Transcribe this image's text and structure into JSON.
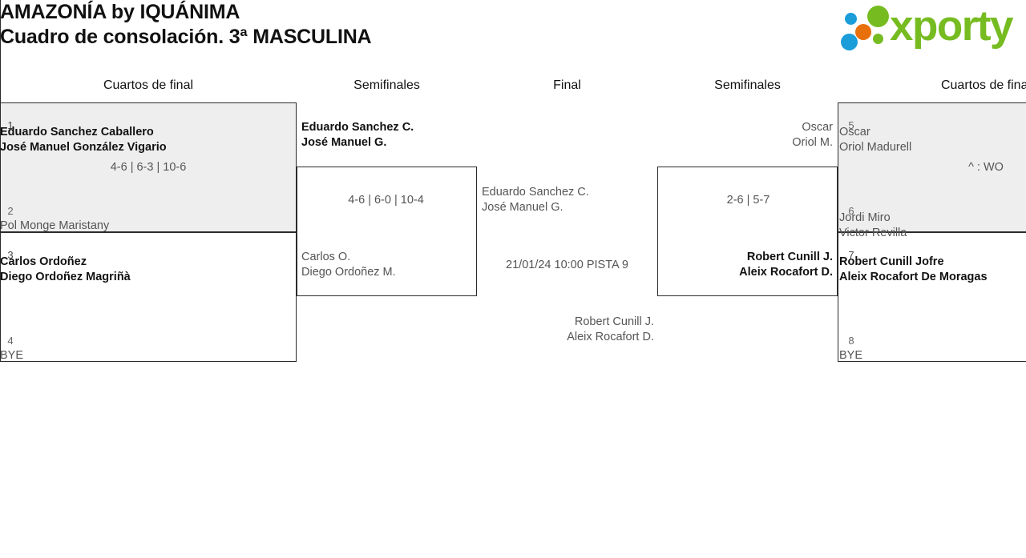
{
  "header": {
    "title_line1": "AMAZONÍA by IQUÁNIMA",
    "title_line2": "Cuadro de consolación. 3ª MASCULINA"
  },
  "logo": {
    "wordmark": "xporty",
    "colors": {
      "green": "#76bc21",
      "blue": "#1b9dd9",
      "orange": "#e8700a"
    }
  },
  "rounds": {
    "qf_left": "Cuartos de final",
    "sf_left": "Semifinales",
    "final": "Final",
    "sf_right": "Semifinales",
    "qf_right": "Cuartos de final"
  },
  "bracket": {
    "quarterfinals_left": [
      {
        "seed_top": "1",
        "top_line1": "Eduardo Sanchez Caballero",
        "top_line2": "José Manuel González Vigario",
        "seed_bottom": "2",
        "bottom_line1": "Pol Monge Maristany",
        "bottom_line2": "",
        "score": "4-6 | 6-3 | 10-6"
      },
      {
        "seed_top": "3",
        "top_line1": "Carlos Ordoñez",
        "top_line2": "Diego Ordoñez Magriñà",
        "seed_bottom": "4",
        "bottom_line1": "BYE",
        "bottom_line2": "",
        "score": ""
      }
    ],
    "quarterfinals_right": [
      {
        "seed_top": "5",
        "top_line1": "Oscar",
        "top_line2": "Oriol Madurell",
        "seed_bottom": "6",
        "bottom_line1": "Jordi Miro",
        "bottom_line2": "Victor Revilla",
        "score": "^ : WO"
      },
      {
        "seed_top": "7",
        "top_line1": "Robert Cunill Jofre",
        "top_line2": "Aleix Rocafort De Moragas",
        "seed_bottom": "8",
        "bottom_line1": "BYE",
        "bottom_line2": "",
        "score": ""
      }
    ],
    "semifinal_left": {
      "top_line1": "Eduardo Sanchez C.",
      "top_line2": "José Manuel G.",
      "bottom_line1": "Carlos O.",
      "bottom_line2": "Diego Ordoñez M.",
      "score": "4-6 | 6-0 | 10-4"
    },
    "semifinal_right": {
      "top_line1": "Oscar",
      "top_line2": "Oriol M.",
      "bottom_line1": "Robert Cunill J.",
      "bottom_line2": "Aleix Rocafort D.",
      "score": "2-6 | 5-7"
    },
    "final": {
      "top_line1": "Eduardo Sanchez C.",
      "top_line2": "José Manuel G.",
      "bottom_line1": "Robert Cunill J.",
      "bottom_line2": "Aleix Rocafort D.",
      "schedule": "21/01/24 10:00 PISTA 9"
    }
  }
}
